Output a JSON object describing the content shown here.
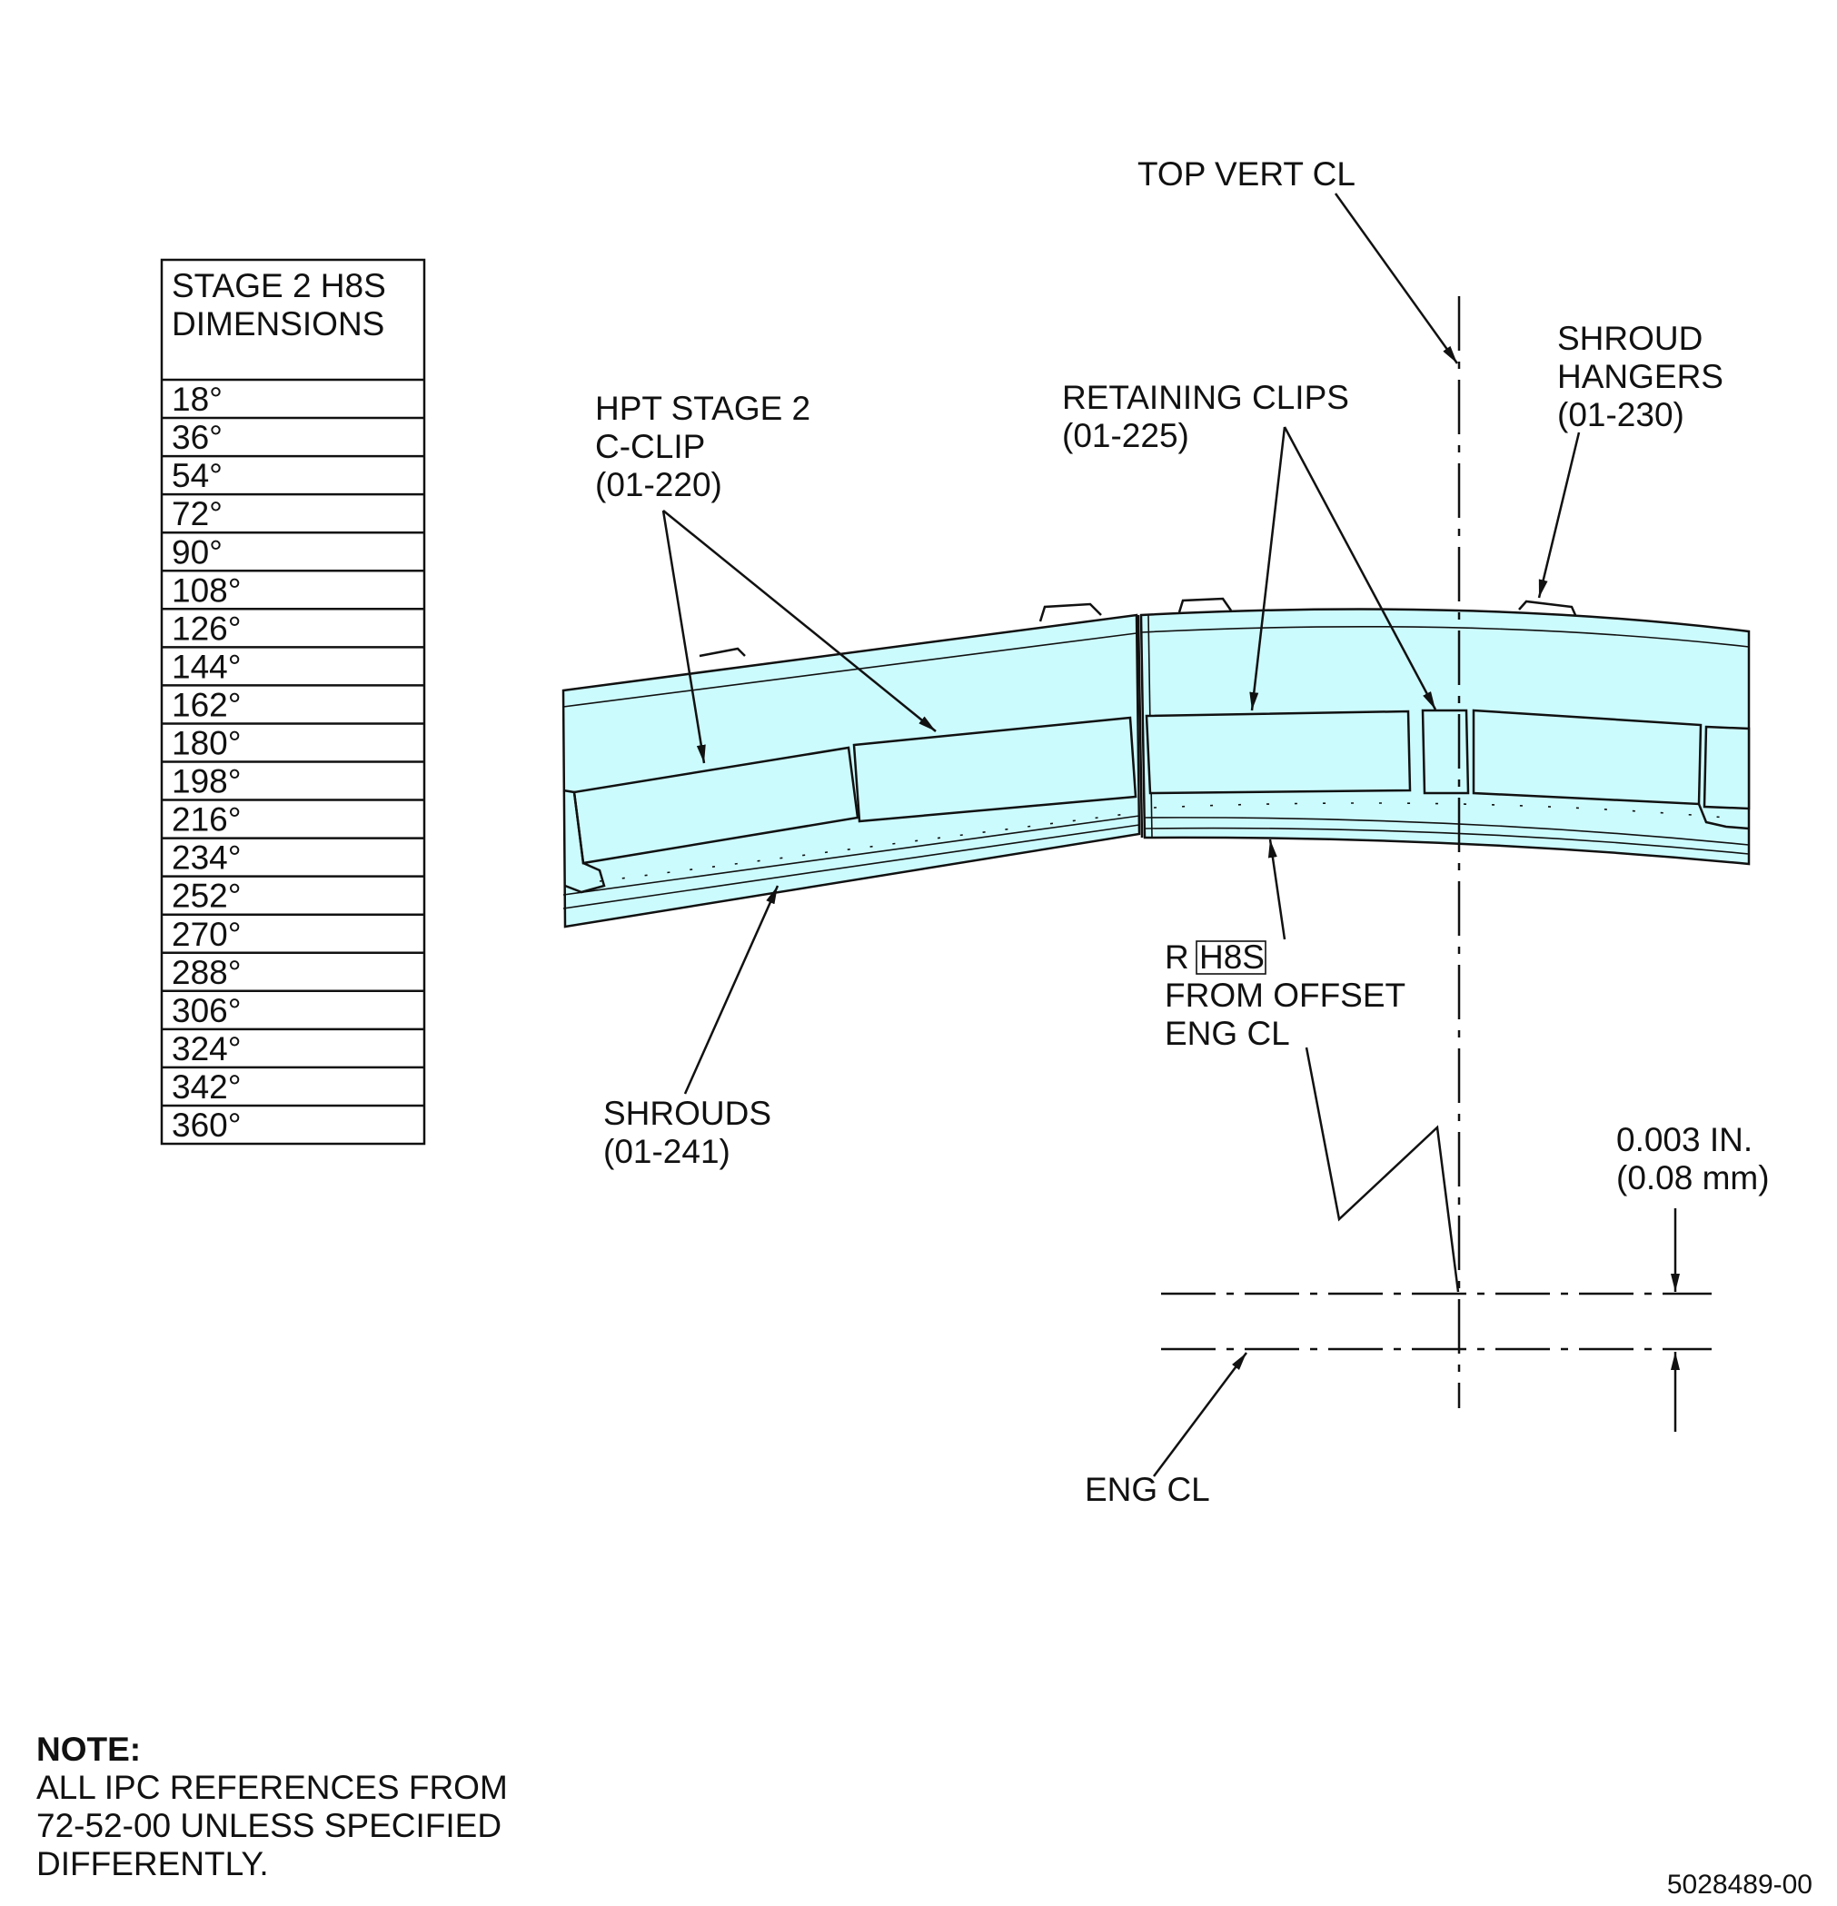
{
  "table": {
    "header_line1": "STAGE 2 H8S",
    "header_line2": "DIMENSIONS",
    "rows": [
      "18°",
      "36°",
      "54°",
      "72°",
      "90°",
      "108°",
      "126°",
      "144°",
      "162°",
      "180°",
      "198°",
      "216°",
      "234°",
      "252°",
      "270°",
      "288°",
      "306°",
      "324°",
      "342°",
      "360°"
    ]
  },
  "labels": {
    "top_vert_cl": "TOP VERT CL",
    "shroud_hangers": [
      "SHROUD",
      "HANGERS",
      "(01-230)"
    ],
    "retaining_clips": [
      "RETAINING CLIPS",
      "(01-225)"
    ],
    "c_clip": [
      "HPT STAGE 2",
      "C-CLIP",
      "(01-220)"
    ],
    "shrouds": [
      "SHROUDS",
      "(01-241)"
    ],
    "radius": {
      "prefix": "R",
      "boxed": "H8S",
      "line2": "FROM OFFSET",
      "line3": "ENG CL"
    },
    "offset": [
      "0.003 IN.",
      "(0.08 mm)"
    ],
    "eng_cl": "ENG CL"
  },
  "note": {
    "title": "NOTE:",
    "lines": [
      "ALL IPC REFERENCES FROM",
      "72-52-00 UNLESS SPECIFIED",
      "DIFFERENTLY."
    ]
  },
  "figure_id": "5028489-00",
  "colors": {
    "shroud_fill": "#ccfbfe",
    "line": "#111111"
  }
}
